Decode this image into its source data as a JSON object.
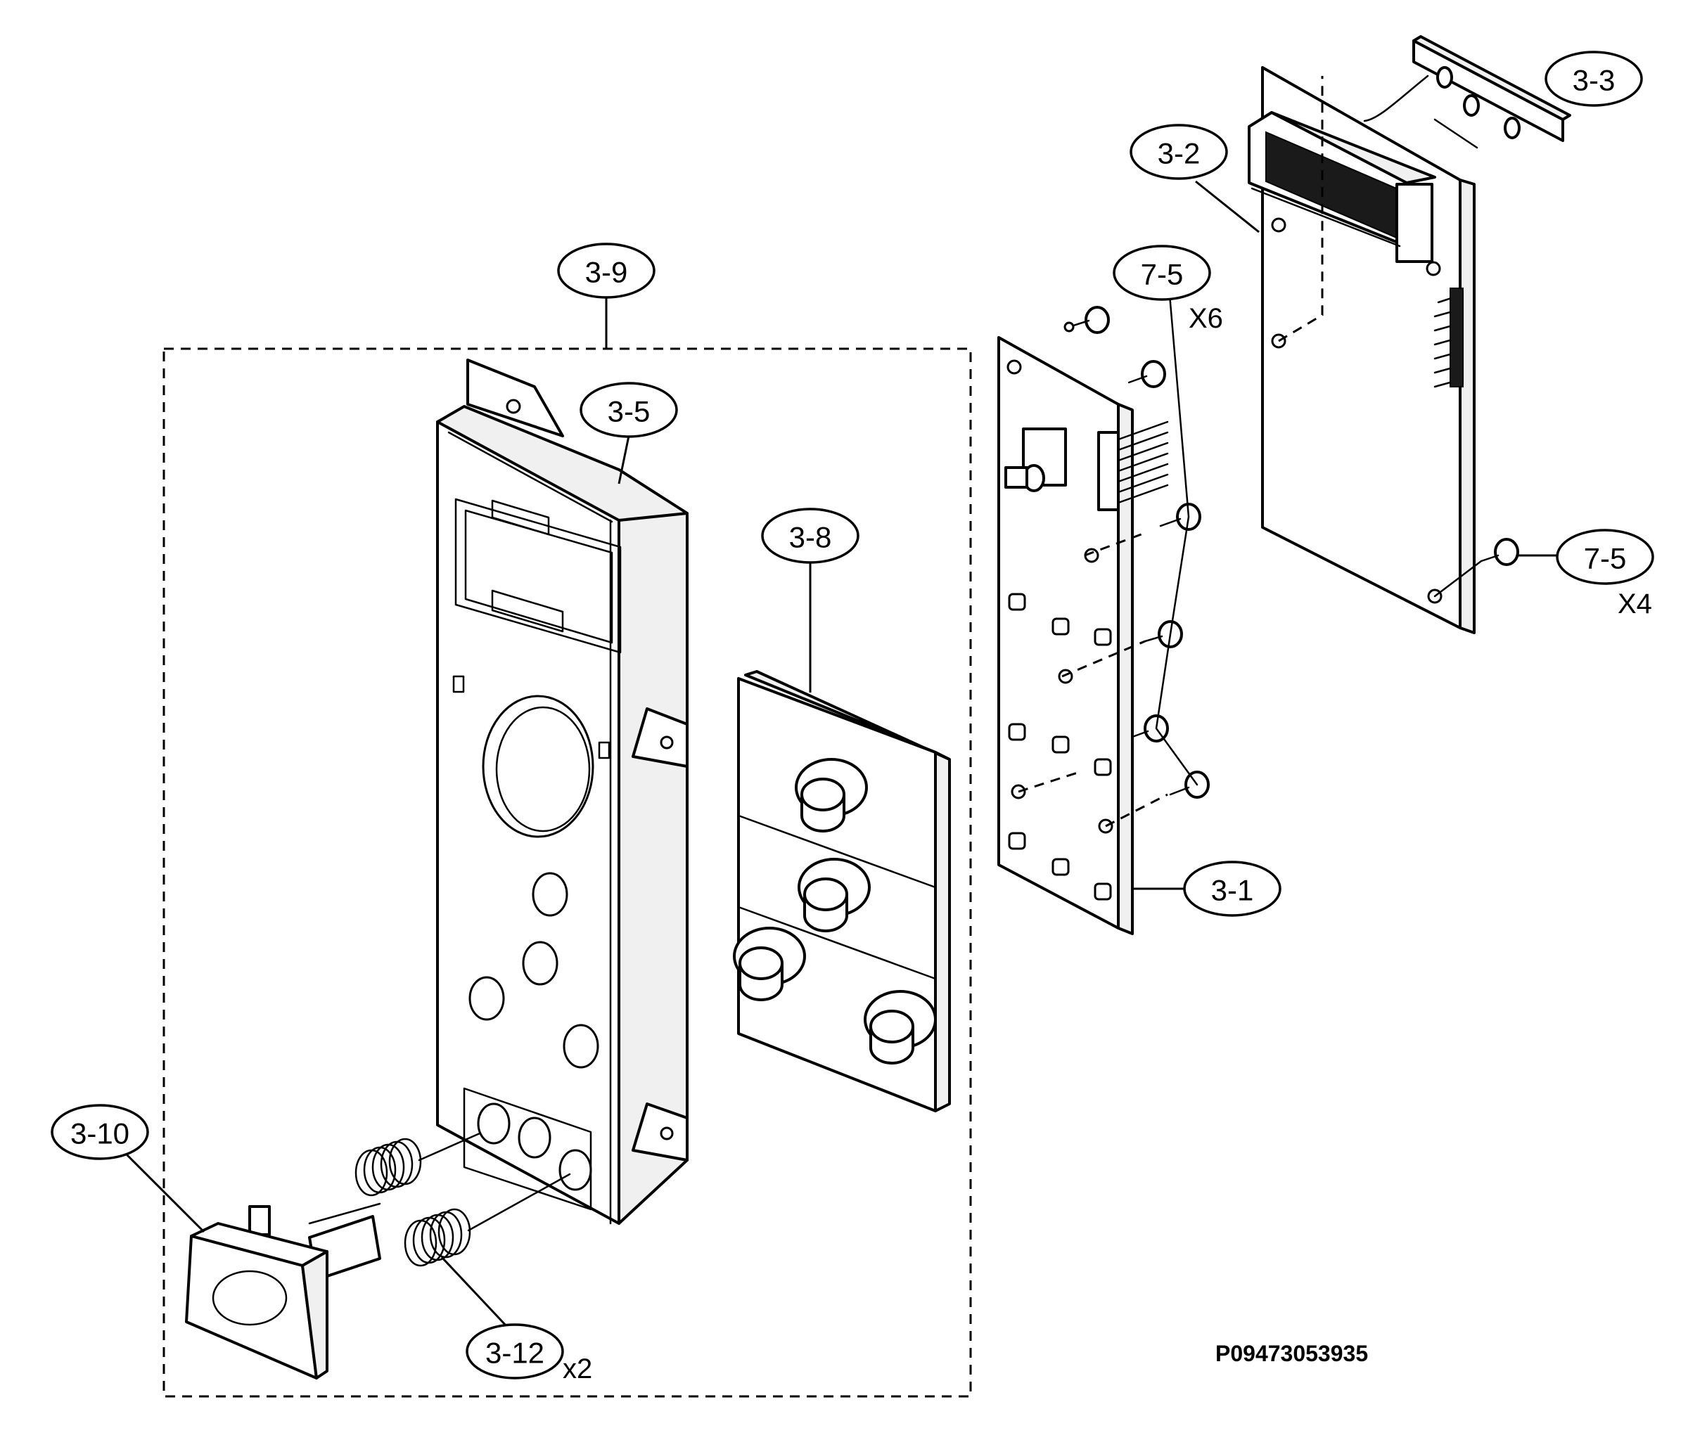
{
  "callouts": {
    "c3_9": "3-9",
    "c3_5": "3-5",
    "c3_8": "3-8",
    "c3_10": "3-10",
    "c3_12": "3-12",
    "c7_5a": "7-5",
    "c7_5b": "7-5",
    "c3_1": "3-1",
    "c3_2": "3-2",
    "c3_3": "3-3"
  },
  "quantities": {
    "q3_12": "x2",
    "q7_5a": "X6",
    "q7_5b": "X4"
  },
  "drawing_code": "P09473053935"
}
